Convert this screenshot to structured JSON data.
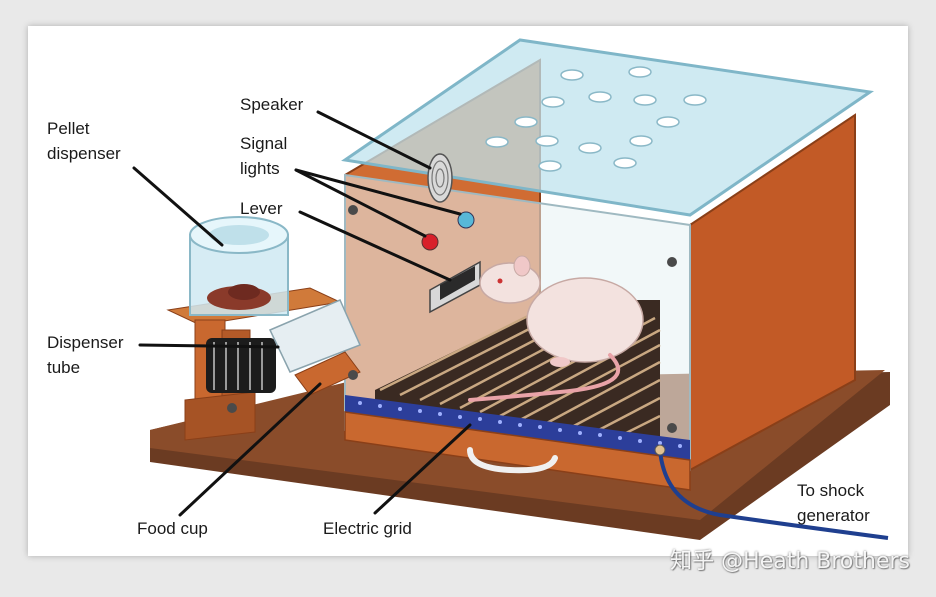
{
  "labels": {
    "pellet_dispenser": "Pellet\ndispenser",
    "speaker": "Speaker",
    "signal_lights": "Signal\nlights",
    "lever": "Lever",
    "dispenser_tube": "Dispenser\ntube",
    "food_cup": "Food cup",
    "electric_grid": "Electric grid",
    "to_shock_generator": "To shock\ngenerator"
  },
  "watermark": "知乎 @Heath Brothers",
  "colors": {
    "wood": "#c8672e",
    "wood_dark": "#9a4a1e",
    "base": "#6b3b22",
    "glass": "#bfe3ee",
    "grid": "#2c3e9a",
    "cable": "#1f3f8f",
    "light_red": "#d8202a",
    "light_blue": "#58b8d8",
    "rat": "#f3e2df"
  }
}
